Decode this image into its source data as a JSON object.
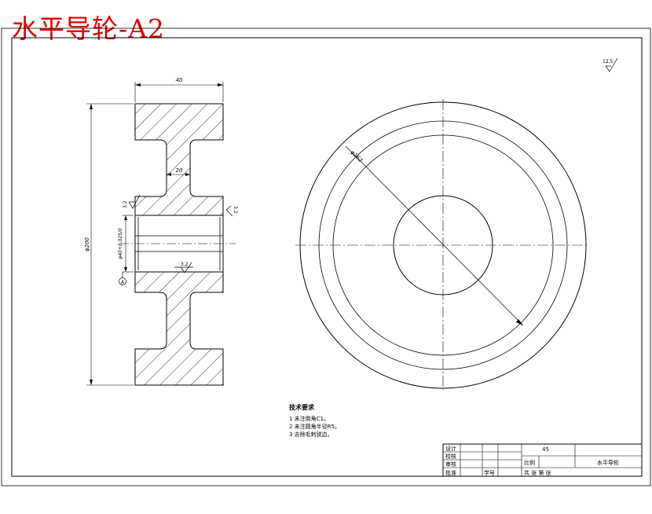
{
  "title": "水平导轮-A2",
  "dimensions": {
    "width_top": "40",
    "web": "20",
    "outer_dia": "φ200",
    "bore": "φ40+0.025/0",
    "pcd": "φ162",
    "rough_surface": "3.2",
    "rough_bore": "3.2",
    "rough_face": "3.2",
    "rough_general": "12.5",
    "datum": "A"
  },
  "tech_req": {
    "heading": "技术要求",
    "items": [
      "1  未注倒角C1。",
      "2  未注圆角半径R5。",
      "3  去除毛刺锐边。"
    ]
  },
  "title_block": {
    "design": "设计",
    "check": "校核",
    "review": "审核",
    "approve": "批准",
    "material": "45",
    "scale_label": "比例",
    "part_name": "水平导轮",
    "student_no": "学号",
    "sheets": "共   张  第   张"
  }
}
